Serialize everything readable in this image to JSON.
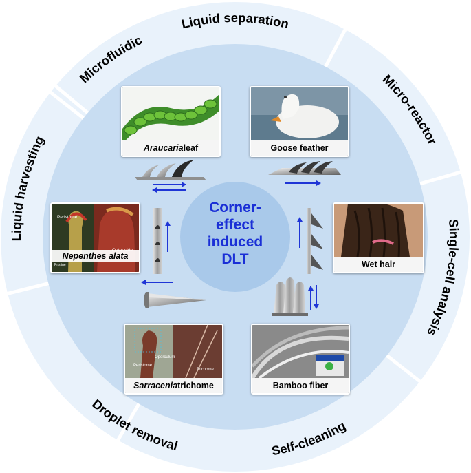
{
  "center": {
    "lines": [
      "Corner-",
      "effect",
      "induced",
      "DLT"
    ]
  },
  "outer_ring": {
    "labels": [
      "Liquid separation",
      "Micro-reactor",
      "Single-cell analysis",
      "Self-cleaning",
      "Droplet removal",
      "Liquid harvesting",
      "Microfluidic"
    ]
  },
  "panels": {
    "araucaria": {
      "italic": "Araucaria",
      "rest": " leaf"
    },
    "goose": {
      "label": "Goose feather"
    },
    "wet_hair": {
      "label": "Wet hair"
    },
    "bamboo": {
      "label": "Bamboo fiber"
    },
    "sarracenia": {
      "italic": "Sarracenia",
      "rest": " trichome"
    },
    "nepenthes": {
      "label": "Nepenthes alata",
      "peristome": "Peristome",
      "outer_side": "Outer side",
      "section": "Pristine"
    },
    "sarracenia_small": {
      "operculum": "Operculum",
      "peristome": "Peristome",
      "trichome": "Trichome"
    }
  },
  "colors": {
    "ring_outer": "#e9f2fb",
    "ring_inner": "#c8ddf2",
    "center": "#a9c9ea",
    "center_text": "#1a2fd6",
    "arrow": "#1f35d6"
  }
}
